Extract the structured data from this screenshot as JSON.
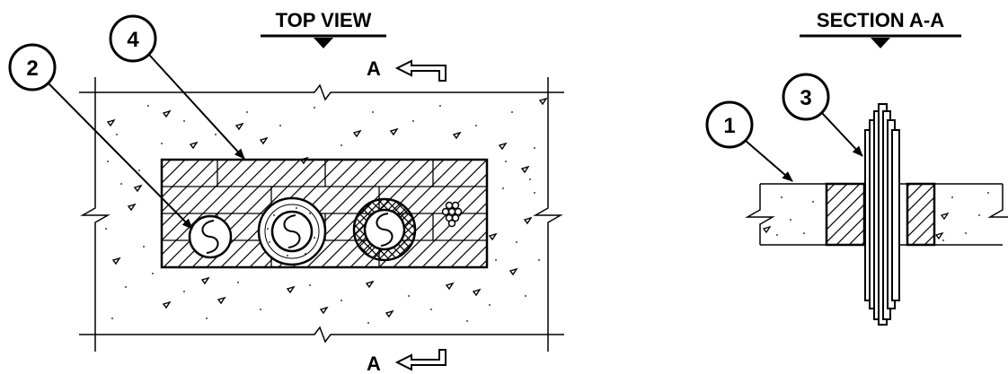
{
  "views": {
    "top_view_title": "TOP VIEW",
    "section_title": "SECTION A-A",
    "section_marker": "A"
  },
  "callouts": {
    "c1": "1",
    "c2": "2",
    "c3": "3",
    "c4": "4"
  }
}
